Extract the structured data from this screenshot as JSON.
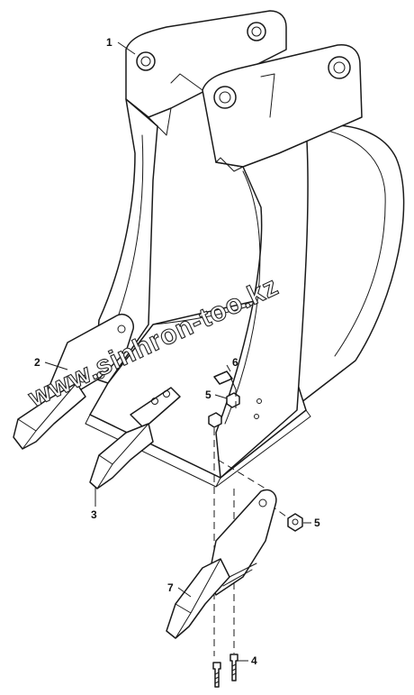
{
  "callouts": {
    "c1": "1",
    "c2": "2",
    "c3": "3",
    "c4": "4",
    "c5a": "5",
    "c5b": "5",
    "c6": "6",
    "c7": "7"
  },
  "watermark": "www.sinhron-too.kz",
  "colors": {
    "line": "#1a1a1a",
    "background": "#ffffff",
    "shade": "#e9e9e9"
  }
}
